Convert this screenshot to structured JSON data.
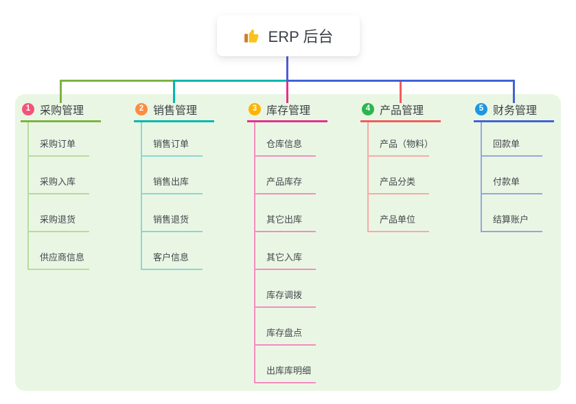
{
  "root": {
    "label": "ERP 后台",
    "icon": "thumbs-up-icon"
  },
  "colors": {
    "root_line": "#4f5bd5",
    "panel_bg": "#eaf6e4"
  },
  "branches": [
    {
      "num": "1",
      "label": "采购管理",
      "badge_color": "#f5527b",
      "line_color": "#7cb342",
      "light_color": "#b5dc9b",
      "children": [
        "采购订单",
        "采购入库",
        "采购退货",
        "供应商信息"
      ]
    },
    {
      "num": "2",
      "label": "销售管理",
      "badge_color": "#fb8c44",
      "line_color": "#00b7ae",
      "light_color": "#84d9d2",
      "children": [
        "销售订单",
        "销售出库",
        "销售退货",
        "客户信息"
      ]
    },
    {
      "num": "3",
      "label": "库存管理",
      "badge_color": "#ffb300",
      "line_color": "#e42f8e",
      "light_color": "#f38cc1",
      "children": [
        "仓库信息",
        "产品库存",
        "其它出库",
        "其它入库",
        "库存调拨",
        "库存盘点",
        "出库库明细"
      ]
    },
    {
      "num": "4",
      "label": "产品管理",
      "badge_color": "#2bb64d",
      "line_color": "#f15b5b",
      "light_color": "#f8a9a6",
      "children": [
        "产品（物料）",
        "产品分类",
        "产品单位"
      ]
    },
    {
      "num": "5",
      "label": "财务管理",
      "badge_color": "#1e96e0",
      "line_color": "#4161d4",
      "light_color": "#93a6de",
      "children": [
        "回款单",
        "付款单",
        "结算账户"
      ]
    }
  ]
}
